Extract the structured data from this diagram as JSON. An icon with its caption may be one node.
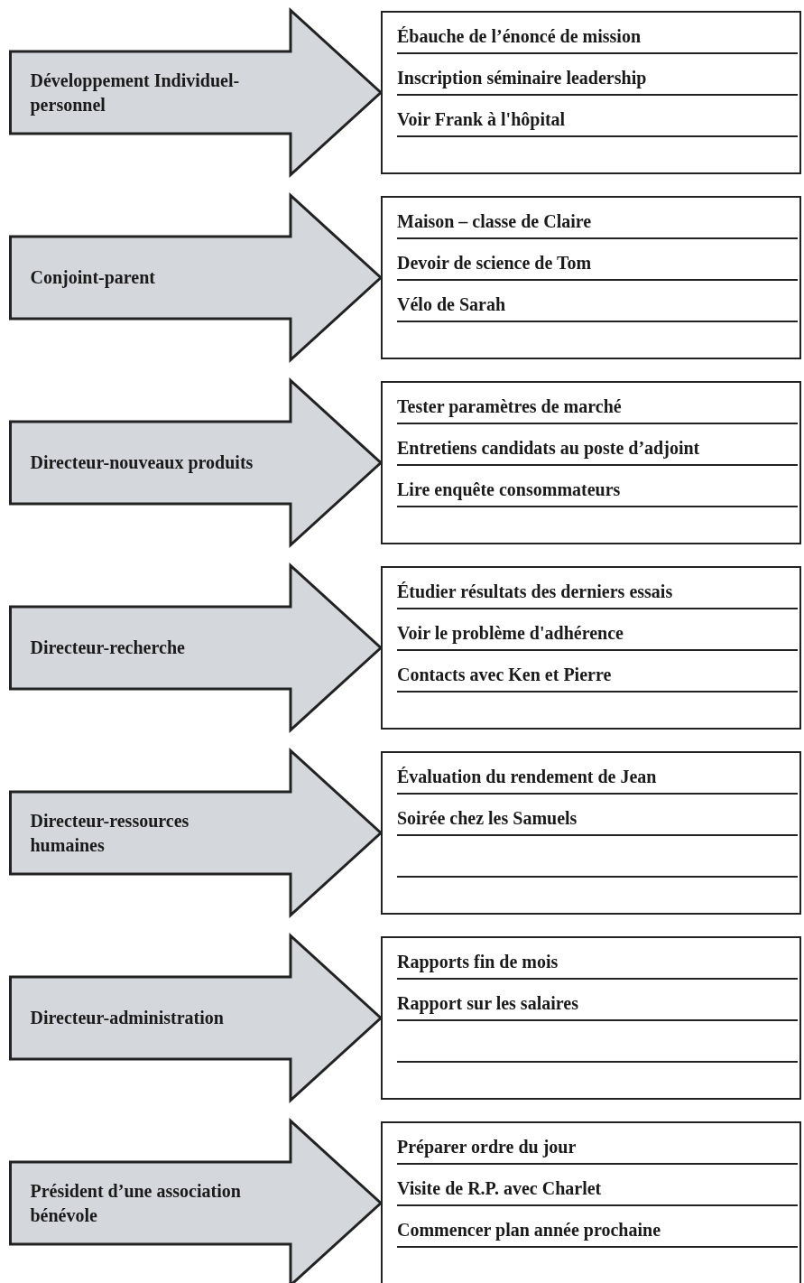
{
  "diagram": {
    "nodes": [
      {
        "text": [
          "Ébauche de l’énoncé de mission",
          "Inscription séminaire leadership",
          "Voir Frank à l'hôpital"
        ]
      },
      {
        "text": [
          "Maison – classe de Claire",
          "Devoir de science de Tom",
          "Vélo de Sarah"
        ]
      },
      {
        "text": [
          "Tester paramètres de marché",
          "Entretiens candidats au poste d’adjoint",
          "Lire enquête consommateurs"
        ]
      },
      {
        "text": [
          "Étudier résultats des derniers essais",
          "Voir le problème d'adhérence",
          "Contacts avec Ken et Pierre"
        ]
      },
      {
        "text": [
          "Évaluation du rendement de Jean",
          "Soirée chez les Samuels"
        ]
      },
      {
        "text": [
          "Rapports fin de mois",
          "Rapport sur les salaires"
        ]
      },
      {
        "text": [
          "Préparer ordre du jour",
          "Visite de R.P. avec Charlet",
          "Commencer plan année prochaine"
        ]
      }
    ],
    "edges": [
      {
        "from": null,
        "to": 0,
        "arrow": "to",
        "label": "Développement Individuel-personnel",
        "style": "thick"
      },
      {
        "from": null,
        "to": 1,
        "arrow": "to",
        "label": "Conjoint-parent",
        "style": "thick"
      },
      {
        "from": null,
        "to": 2,
        "arrow": "to",
        "label": "Directeur-nouveaux produits",
        "style": "thick"
      },
      {
        "from": null,
        "to": 3,
        "arrow": "to",
        "label": "Directeur-recherche",
        "style": "thick"
      },
      {
        "from": null,
        "to": 4,
        "arrow": "to",
        "label": "Directeur-ressources humaines",
        "style": "thick"
      },
      {
        "from": null,
        "to": 5,
        "arrow": "to",
        "label": "Directeur-administration",
        "style": "thick"
      },
      {
        "from": null,
        "to": 6,
        "arrow": "to",
        "label": "Président d’une association bénévole",
        "style": "thick"
      }
    ]
  }
}
